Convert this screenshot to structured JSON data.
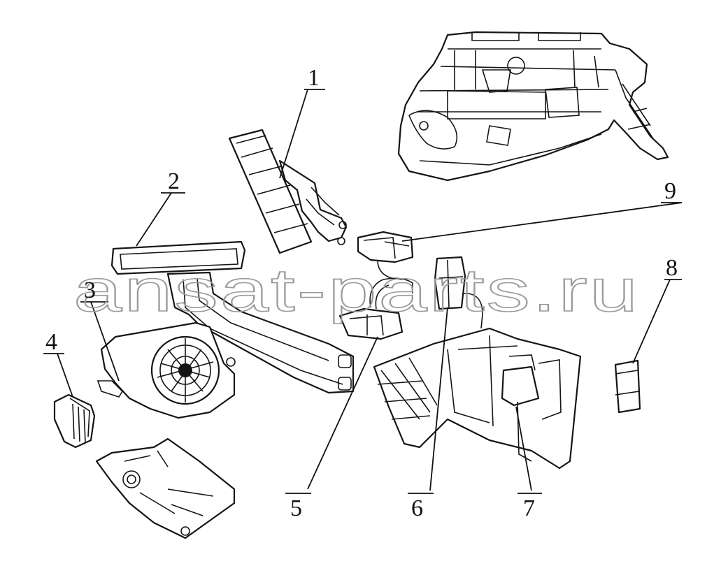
{
  "watermark": "ansat-parts.ru",
  "callouts": {
    "c1": "1",
    "c2": "2",
    "c3": "3",
    "c4": "4",
    "c5": "5",
    "c6": "6",
    "c7": "7",
    "c8": "8",
    "c9": "9"
  }
}
